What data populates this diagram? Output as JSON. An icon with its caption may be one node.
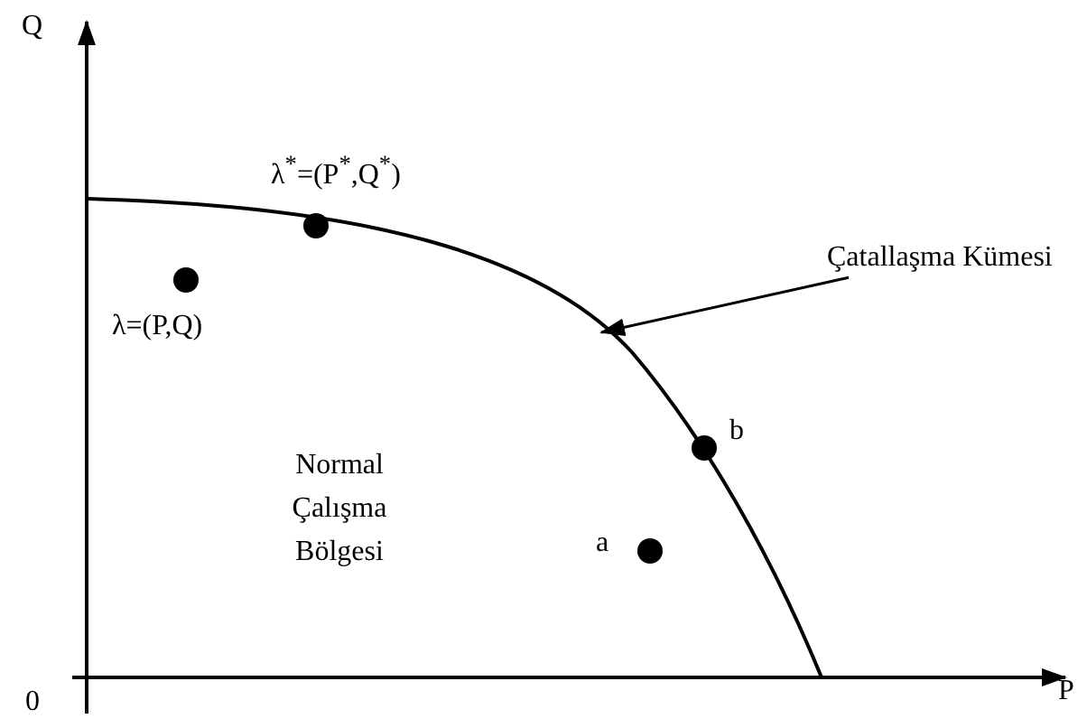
{
  "diagram": {
    "nodes": [
      {
        "text": [
          "Çatallaşma Kümesi"
        ]
      },
      {
        "text": [],
        "shape": "curve"
      }
    ],
    "edges": [
      {
        "from": 0,
        "to": 1,
        "arrow": "to"
      }
    ],
    "labels": [
      "Q",
      "λ$^{*}$=(P$^{*}$,Q$^{*}$)",
      "λ=(P,Q)",
      "Normal Çalışma Bölgesi",
      "b",
      "a",
      "0",
      "P"
    ]
  }
}
